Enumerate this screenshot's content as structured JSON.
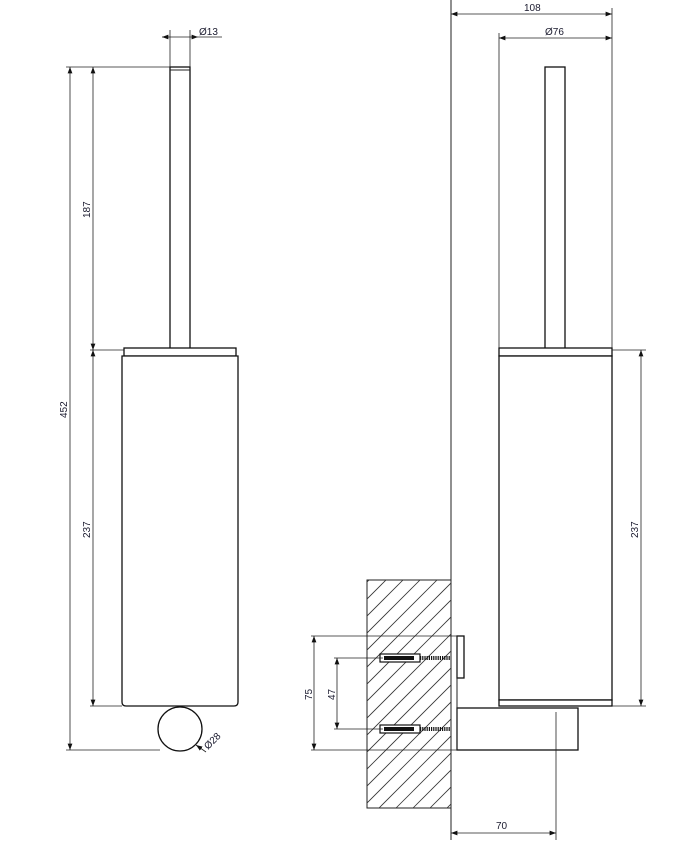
{
  "drawing": {
    "front_view": {
      "rod_diameter": "Ø13",
      "total_height": "452",
      "brush_height": "187",
      "holder_height": "237",
      "ball_diameter": "Ø28"
    },
    "side_view": {
      "total_depth": "108",
      "holder_diameter": "Ø76",
      "holder_height": "237",
      "bracket_height": "75",
      "screw_spacing": "47",
      "wall_distance": "70"
    }
  }
}
